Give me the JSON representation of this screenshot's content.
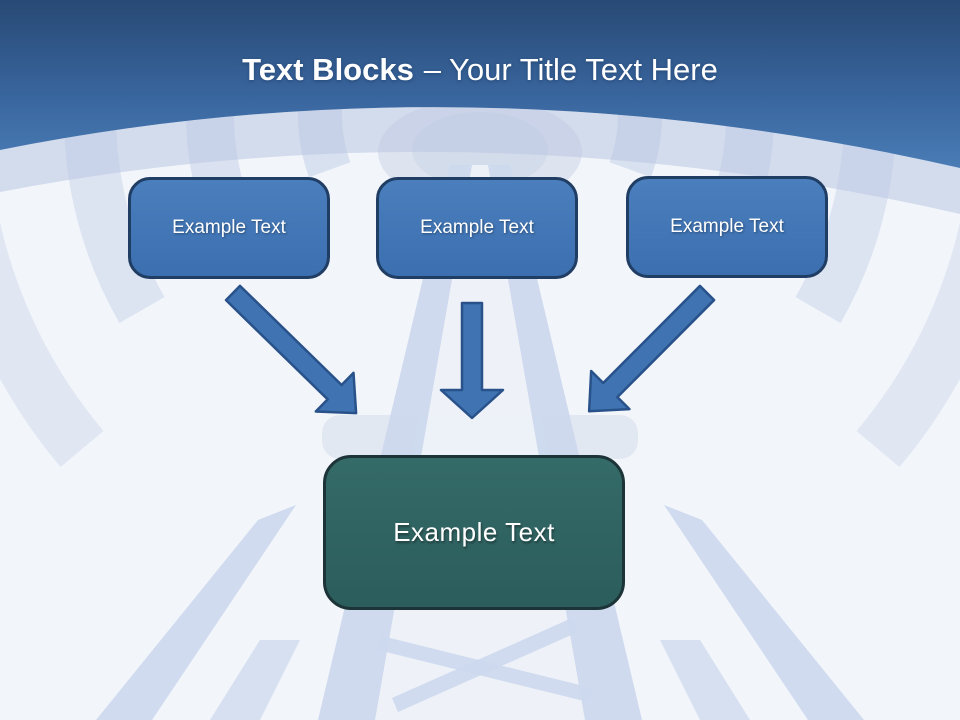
{
  "slide": {
    "title": {
      "bold_text": "Text Blocks",
      "regular_text": "– Your Title Text Here"
    },
    "blocks": {
      "top": [
        {
          "label": "Example Text"
        },
        {
          "label": "Example Text"
        },
        {
          "label": "Example Text"
        }
      ],
      "center": {
        "label": "Example Text"
      }
    },
    "colors": {
      "header_gradient_top": "#284a75",
      "header_gradient_bottom": "#4a7cb5",
      "slide_background": "#f2f5fa",
      "top_block_fill": "#3e74b4",
      "top_block_border": "#203d63",
      "center_block_fill": "#2e6362",
      "center_block_border": "#1c3437",
      "arrow_fill": "#3f73b2",
      "arrow_border": "#29518a",
      "title_text": "#ffffff",
      "tower_graphic": "#ccd8ed",
      "signal_arc": "#c2cfe7"
    }
  }
}
